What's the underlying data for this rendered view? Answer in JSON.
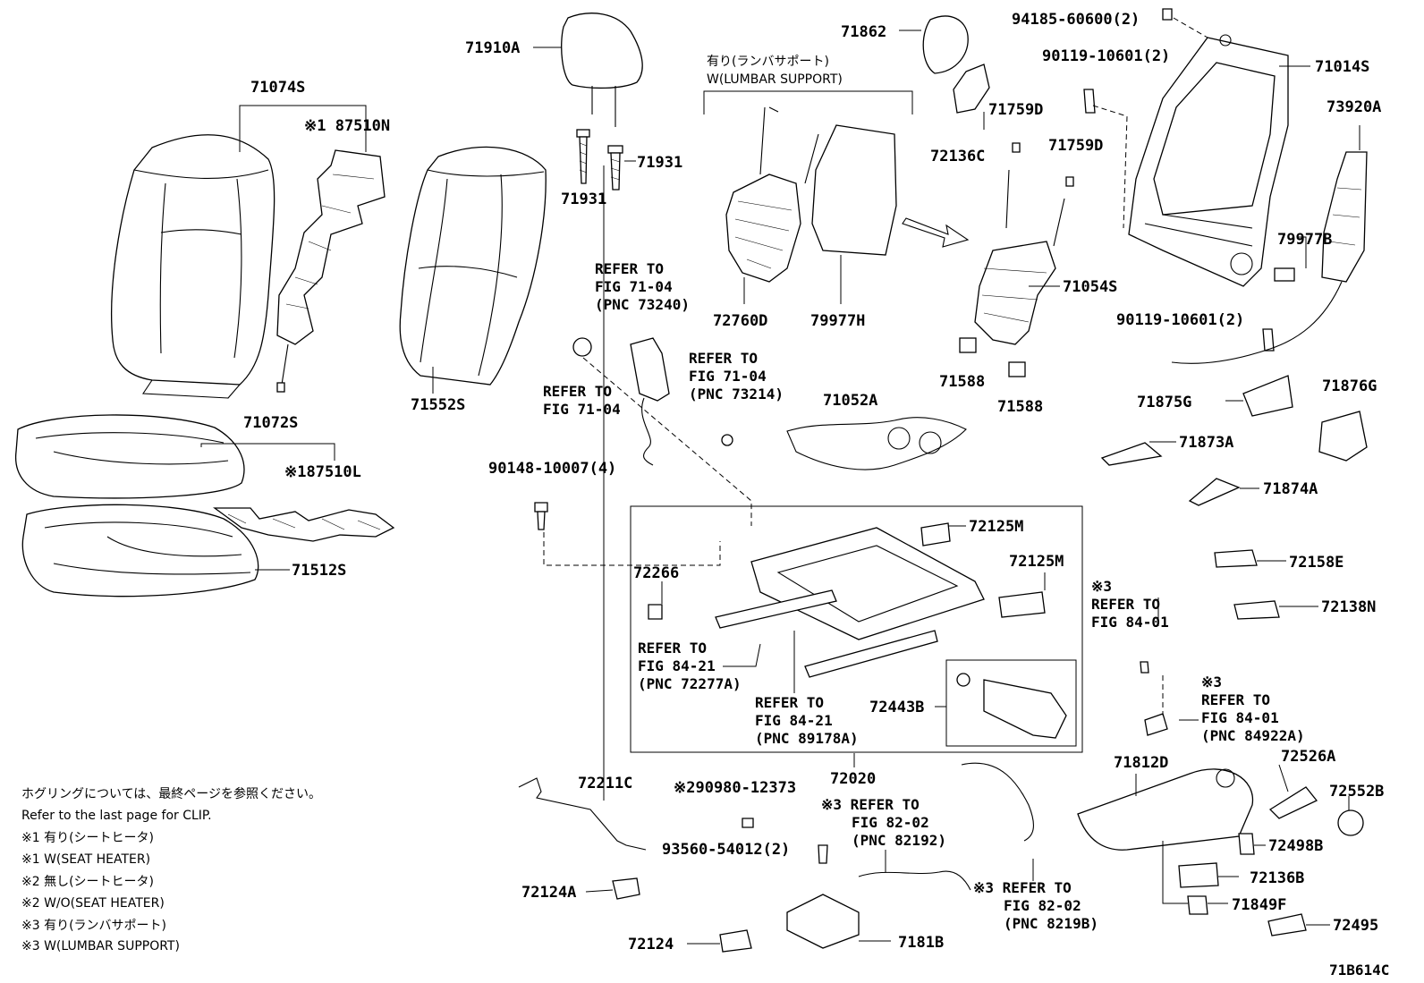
{
  "diagram_id": "71B614C",
  "parts": {
    "p71910A": "71910A",
    "p71931a": "71931",
    "p71931b": "71931",
    "p71074S": "71074S",
    "p87510N": "※1 87510N",
    "p71552S": "71552S",
    "p71072S": "71072S",
    "p87510L": "※187510L",
    "p71512S": "71512S",
    "p71862": "71862",
    "p72136C": "72136C",
    "p71759Da": "71759D",
    "p71759Db": "71759D",
    "p72760D": "72760D",
    "p79977H": "79977H",
    "p71054S": "71054S",
    "p71588a": "71588",
    "p71588b": "71588",
    "p94185": "94185-60600(2)",
    "p90119a": "90119-10601(2)",
    "p90119b": "90119-10601(2)",
    "p71014S": "71014S",
    "p73920A": "73920A",
    "p79977B": "79977B",
    "p71875G": "71875G",
    "p71876G": "71876G",
    "p71873A": "71873A",
    "p71874A": "71874A",
    "p72158E": "72158E",
    "p72138N": "72138N",
    "p71052A": "71052A",
    "p90148": "90148-10007(4)",
    "p72125Ma": "72125M",
    "p72125Mb": "72125M",
    "p72266": "72266",
    "p72443B": "72443B",
    "p72020": "72020",
    "p71812D": "71812D",
    "p72526A": "72526A",
    "p72552B": "72552B",
    "p72498B": "72498B",
    "p72136B": "72136B",
    "p71849F": "71849F",
    "p72495": "72495",
    "p72211C": "72211C",
    "p72124A": "72124A",
    "p72124": "72124",
    "p90980": "※290980-12373",
    "p93560": "93560-54012(2)",
    "p7181B": "7181B"
  },
  "lumbar_group": {
    "line1": "有り(ランバサポート)",
    "line2": "W(LUMBAR SUPPORT)"
  },
  "refs": {
    "r1": [
      "REFER TO",
      "FIG 71-04",
      "(PNC 73240)"
    ],
    "r2": [
      "REFER TO",
      "FIG 71-04"
    ],
    "r3": [
      "REFER TO",
      "FIG 71-04",
      "(PNC 73214)"
    ],
    "r4": [
      "REFER TO",
      "FIG 84-21",
      "(PNC 72277A)"
    ],
    "r5": [
      "REFER TO",
      "FIG 84-21",
      "(PNC 89178A)"
    ],
    "r6": [
      "※3",
      "REFER TO",
      "FIG 84-01"
    ],
    "r7": [
      "※3",
      "REFER TO",
      "FIG 84-01",
      "(PNC 84922A)"
    ],
    "r8": [
      "※3 REFER TO",
      "FIG 82-02",
      "(PNC 82192)"
    ],
    "r9": [
      "※3 REFER TO",
      "FIG 82-02",
      "(PNC 8219B)"
    ]
  },
  "notes": [
    "ホグリングについては、最終ページを参照ください。",
    "Refer to the last page for CLIP.",
    "※1 有り(シートヒータ)",
    "※1 W(SEAT HEATER)",
    "※2 無し(シートヒータ)",
    "※2 W/O(SEAT HEATER)",
    "※3 有り(ランバサポート)",
    "※3 W(LUMBAR SUPPORT)"
  ]
}
